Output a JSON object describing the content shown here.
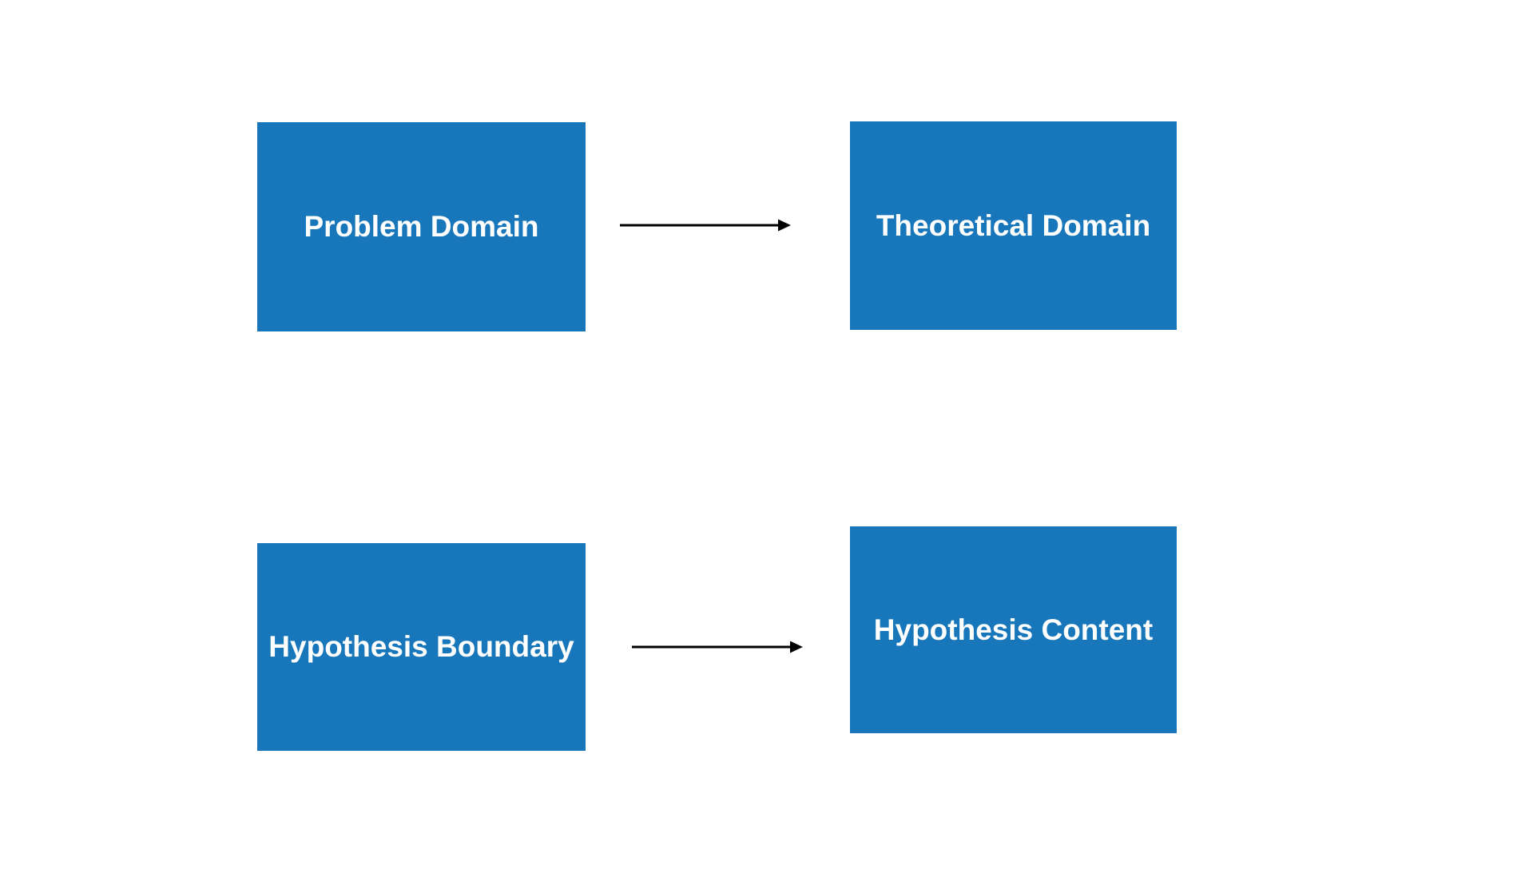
{
  "canvas": {
    "background_color": "#FFFFFF",
    "box_fill_color": "#1777BA",
    "box_text_color": "#FFFFFF",
    "arrow_color": "#000000"
  },
  "diagram": {
    "nodes": [
      {
        "id": "problem-domain",
        "label": "Problem Domain"
      },
      {
        "id": "theoretical-domain",
        "label": "Theoretical Domain"
      },
      {
        "id": "hypothesis-boundary",
        "label": "Hypothesis Boundary"
      },
      {
        "id": "hypothesis-content",
        "label": "Hypothesis Content"
      }
    ],
    "edges": [
      {
        "from": "problem-domain",
        "to": "theoretical-domain",
        "direction": "right"
      },
      {
        "from": "hypothesis-boundary",
        "to": "hypothesis-content",
        "direction": "right"
      }
    ]
  }
}
